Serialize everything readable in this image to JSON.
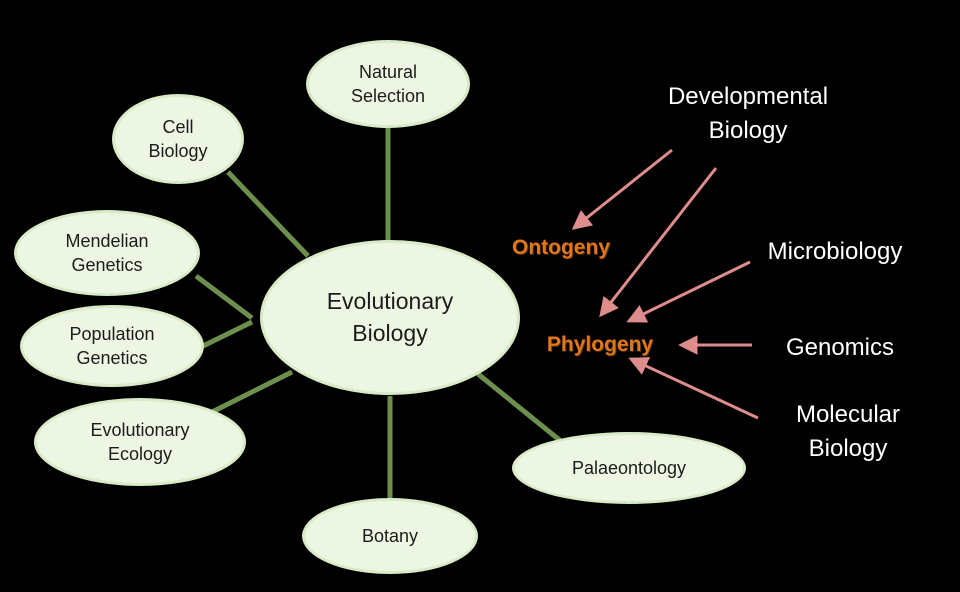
{
  "diagram": {
    "type": "concept-map",
    "colors": {
      "background": "#000000",
      "node_fill": "#edf6e3",
      "node_border": "#d9eac7",
      "connector_green": "#6d8f4d",
      "arrow_pink": "#de8c8c",
      "highlight_orange": "#e2761b",
      "external_label_white": "#ffffff"
    },
    "nodes": {
      "center": "Evolutionary\nBiology",
      "natural_selection": "Natural\nSelection",
      "cell_biology": "Cell\nBiology",
      "mendelian_genetics": "Mendelian\nGenetics",
      "population_genetics": "Population\nGenetics",
      "evolutionary_ecology": "Evolutionary\nEcology",
      "botany": "Botany",
      "palaeontology": "Palaeontology"
    },
    "highlights": {
      "ontogeny": "Ontogeny",
      "phylogeny": "Phylogeny"
    },
    "external_labels": {
      "developmental_biology": "Developmental\nBiology",
      "microbiology": "Microbiology",
      "genomics": "Genomics",
      "molecular_biology": "Molecular\nBiology"
    },
    "relations": [
      "Evolutionary Biology - Natural Selection",
      "Evolutionary Biology - Cell Biology",
      "Evolutionary Biology - Mendelian Genetics",
      "Evolutionary Biology - Population Genetics",
      "Evolutionary Biology - Evolutionary Ecology",
      "Evolutionary Biology - Botany",
      "Evolutionary Biology - Palaeontology",
      "Developmental Biology -> Ontogeny",
      "Developmental Biology -> Phylogeny",
      "Microbiology -> Phylogeny",
      "Genomics -> Phylogeny",
      "Molecular Biology -> Phylogeny"
    ]
  }
}
